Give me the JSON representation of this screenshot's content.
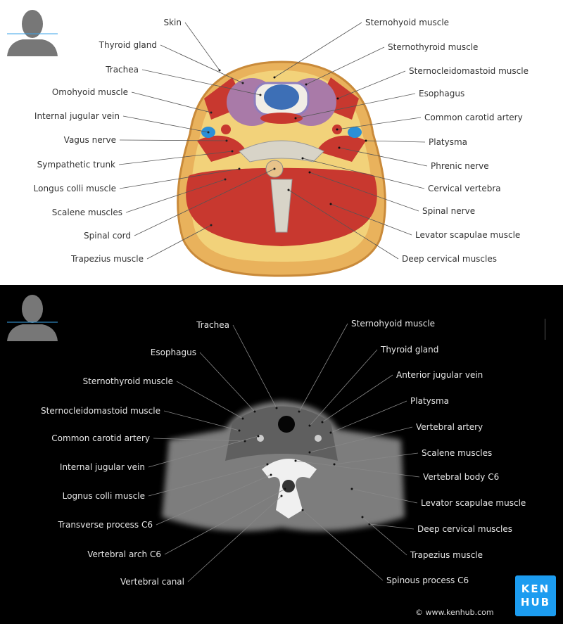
{
  "illustration": {
    "labels_left": [
      "Skin",
      "Thyroid gland",
      "Trachea",
      "Omohyoid muscle",
      "Internal jugular vein",
      "Vagus nerve",
      "Sympathetic trunk",
      "Longus colli muscle",
      "Scalene muscles",
      "Spinal cord",
      "Trapezius muscle"
    ],
    "labels_right": [
      "Sternohyoid muscle",
      "Sternothyroid muscle",
      "Sternocleidomastoid muscle",
      "Esophagus",
      "Common carotid artery",
      "Platysma",
      "Phrenic nerve",
      "Cervical vertebra",
      "Spinal nerve",
      "Levator scapulae muscle",
      "Deep cervical muscles"
    ]
  },
  "ct_scan": {
    "labels_left": [
      "Trachea",
      "Esophagus",
      "Sternothyroid muscle",
      "Sternocleidomastoid muscle",
      "Common carotid artery",
      "Internal jugular vein",
      "Lognus colli muscle",
      "Transverse process C6",
      "Vertebral arch C6",
      "Vertebral canal"
    ],
    "labels_right": [
      "Sternohyoid muscle",
      "Thyroid gland",
      "Anterior jugular vein",
      "Platysma",
      "Vertebral artery",
      "Scalene muscles",
      "Vertebral body C6",
      "Levator scapulae muscle",
      "Deep cervical muscles",
      "Trapezius muscle",
      "Spinous process C6"
    ]
  },
  "logo": {
    "line1": "KEN",
    "line2": "HUB",
    "brand_color": "#1c9cf0"
  },
  "copyright": "© www.kenhub.com",
  "icons": [
    "head-orientation-icon"
  ]
}
